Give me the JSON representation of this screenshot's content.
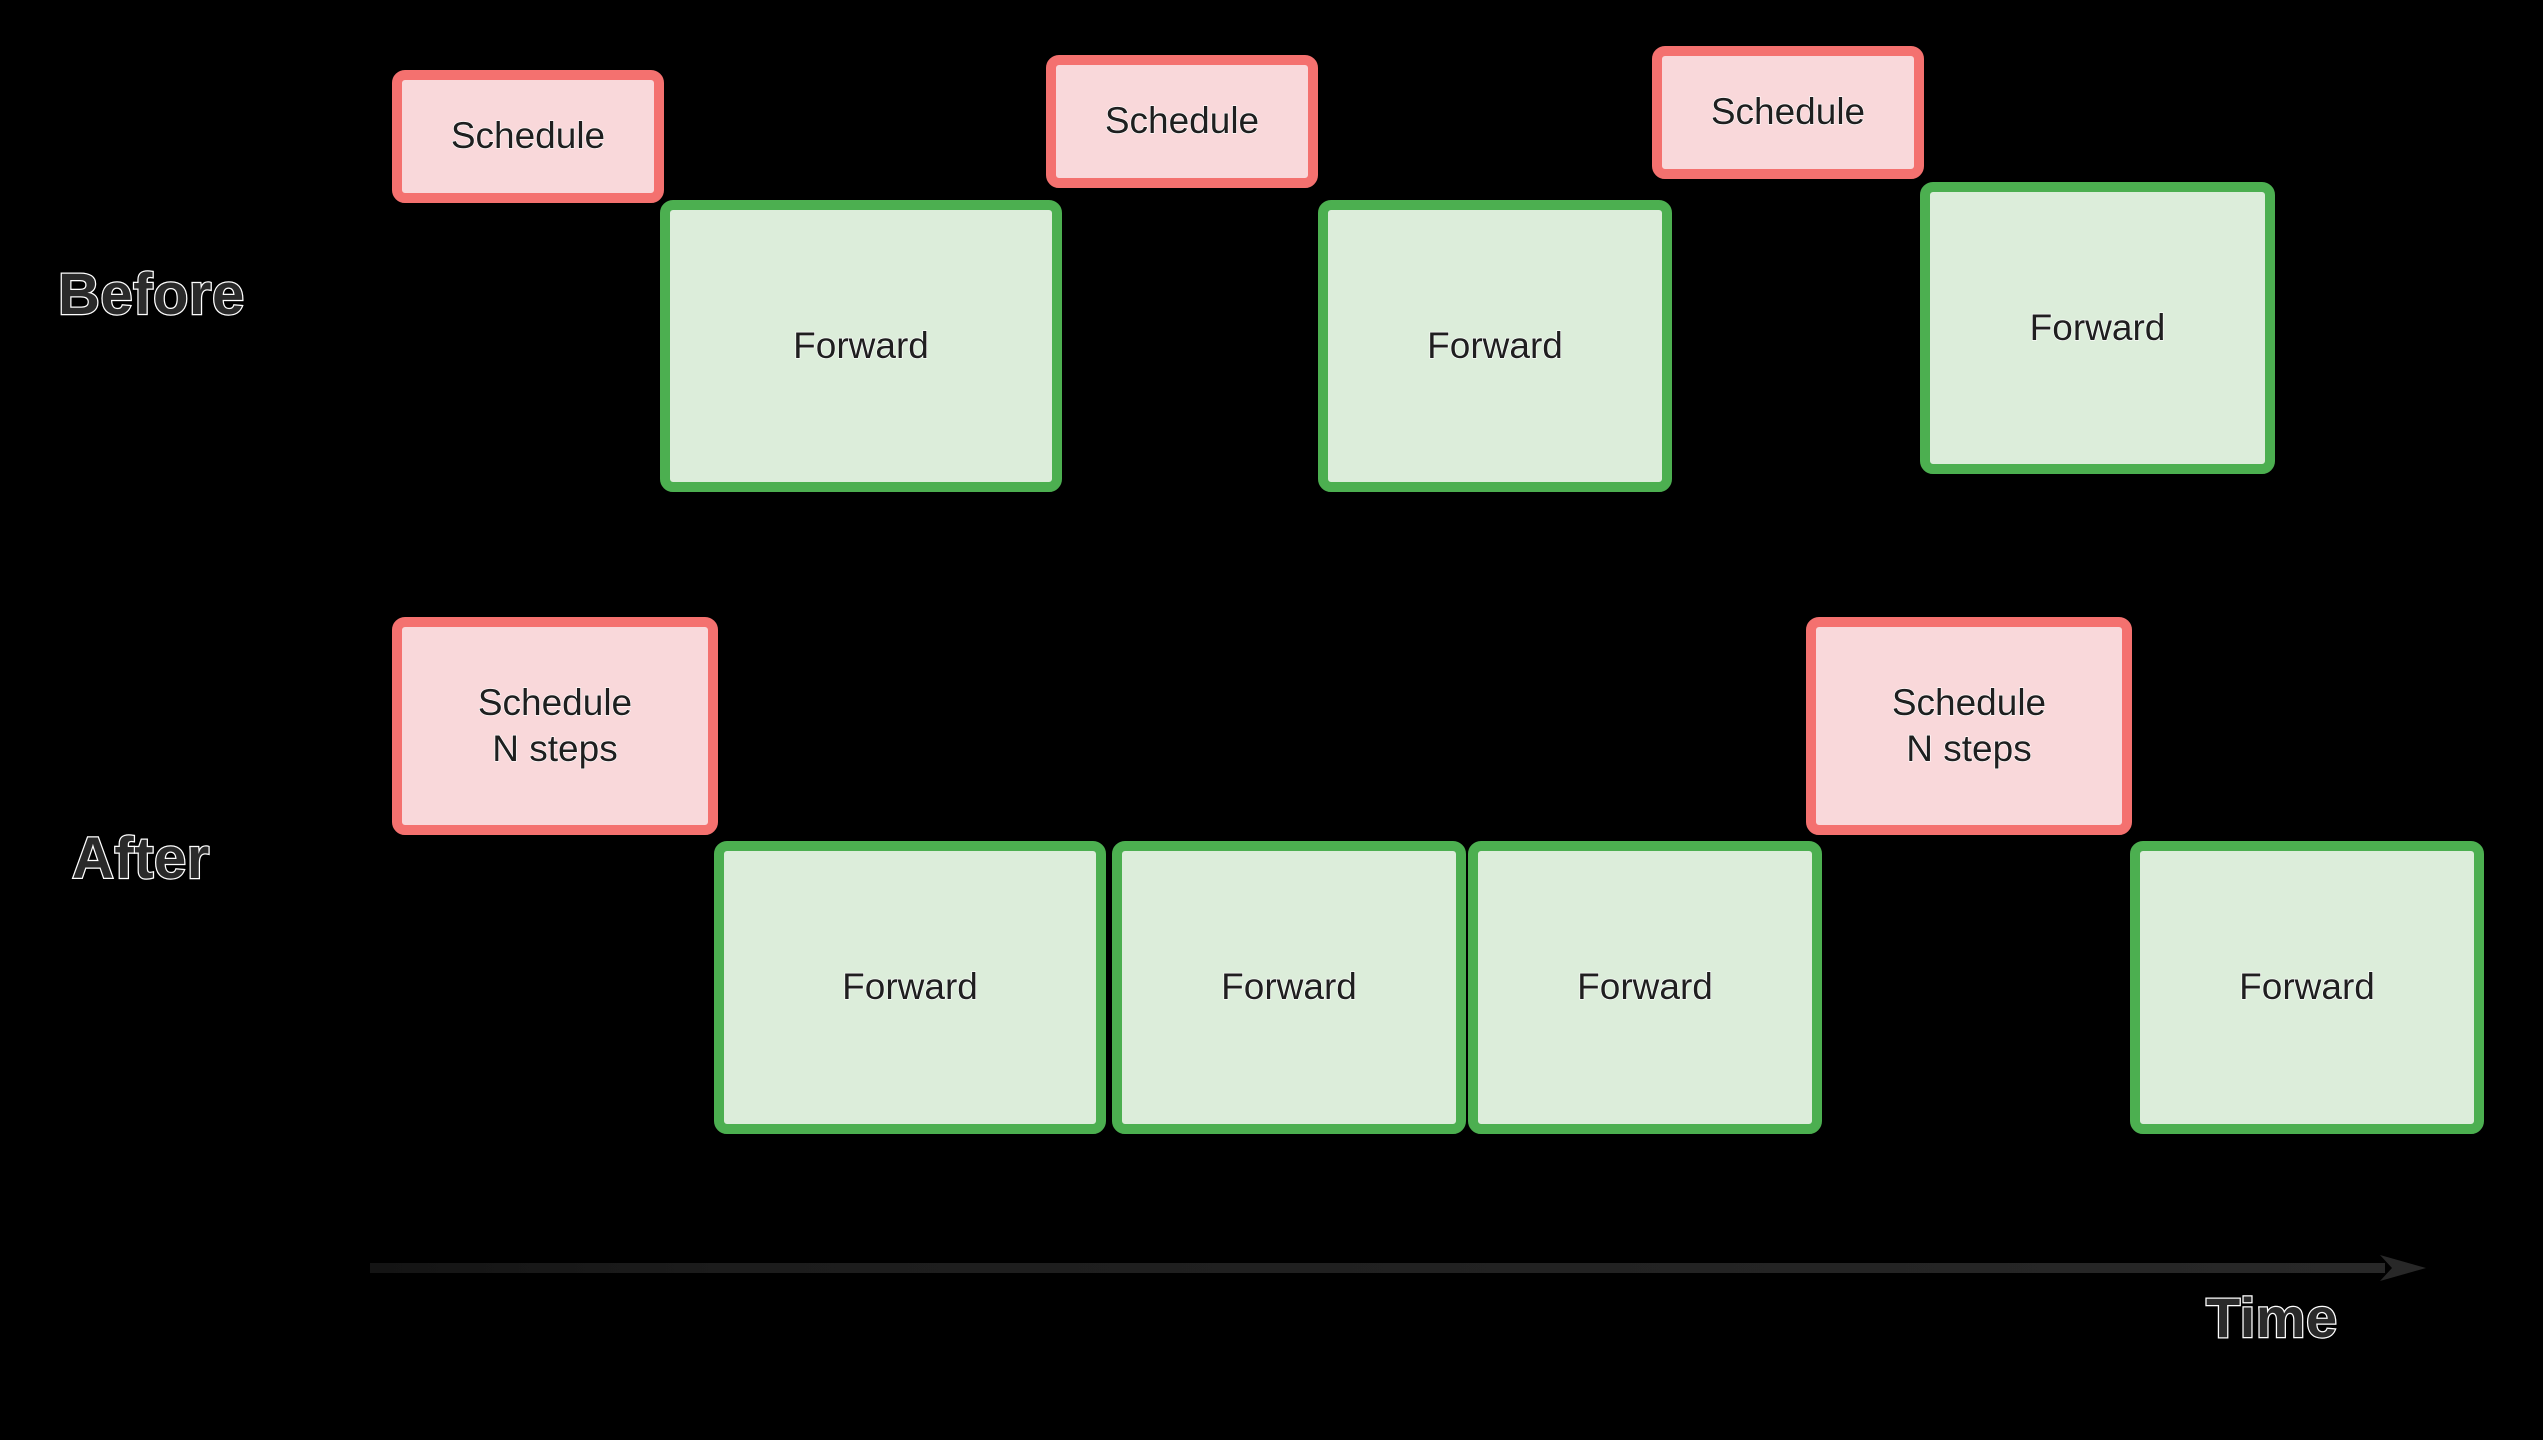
{
  "diagram": {
    "title": "Before / After pipelined scheduling timeline",
    "background_color": "#000000",
    "axis": {
      "label": "Time",
      "direction": "left-to-right",
      "color": "#222222"
    },
    "colors": {
      "schedule_fill": "#f9d8da",
      "schedule_border": "#f4716f",
      "forward_fill": "#dcedda",
      "forward_border": "#4caf50",
      "label_text": "#2a2a2a",
      "label_outline": "#ffffff",
      "box_text": "#1f1f1f"
    },
    "rows": [
      {
        "id": "before",
        "label": "Before",
        "schedule_blocks": [
          {
            "text": "Schedule"
          },
          {
            "text": "Schedule"
          },
          {
            "text": "Schedule"
          }
        ],
        "forward_blocks": [
          {
            "text": "Forward"
          },
          {
            "text": "Forward"
          },
          {
            "text": "Forward"
          }
        ]
      },
      {
        "id": "after",
        "label": "After",
        "schedule_blocks": [
          {
            "text": "Schedule\nN steps"
          },
          {
            "text": "Schedule\nN steps"
          }
        ],
        "forward_blocks": [
          {
            "text": "Forward"
          },
          {
            "text": "Forward"
          },
          {
            "text": "Forward"
          },
          {
            "text": "Forward"
          }
        ]
      }
    ]
  }
}
